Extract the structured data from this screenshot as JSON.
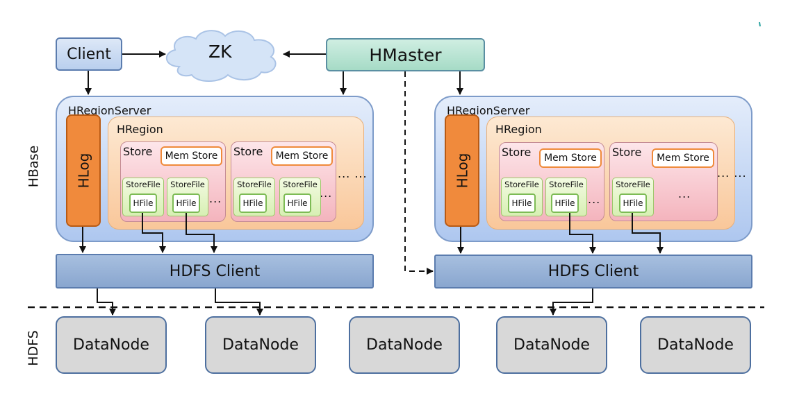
{
  "client": "Client",
  "zk": "ZK",
  "hmaster": "HMaster",
  "hbase_label": "HBase",
  "hdfs_label": "HDFS",
  "servers": [
    {
      "label": "HRegionServer",
      "hlog": "HLog",
      "region": {
        "label": "HRegion",
        "stores": [
          {
            "label": "Store",
            "memstore": "Mem Store",
            "storefiles": [
              {
                "label": "StoreFile",
                "hfile": "HFile"
              },
              {
                "label": "StoreFile",
                "hfile": "HFile"
              }
            ],
            "dots": "..."
          },
          {
            "label": "Store",
            "memstore": "Mem Store",
            "storefiles": [
              {
                "label": "StoreFile",
                "hfile": "HFile"
              },
              {
                "label": "StoreFile",
                "hfile": "HFile"
              }
            ],
            "dots": "..."
          }
        ],
        "dots": "... ..."
      },
      "hdfs_client": "HDFS Client"
    },
    {
      "label": "HRegionServer",
      "hlog": "HLog",
      "region": {
        "label": "HRegion",
        "stores": [
          {
            "label": "Store",
            "memstore": "Mem Store",
            "storefiles": [
              {
                "label": "StoreFile",
                "hfile": "HFile"
              },
              {
                "label": "StoreFile",
                "hfile": "HFile"
              }
            ],
            "dots": "..."
          },
          {
            "label": "Store",
            "memstore": "Mem Store",
            "storefiles": [
              {
                "label": "StoreFile",
                "hfile": "HFile"
              }
            ],
            "dots": "..."
          }
        ],
        "dots": "... ..."
      },
      "hdfs_client": "HDFS Client"
    }
  ],
  "datanodes": [
    "DataNode",
    "DataNode",
    "DataNode",
    "DataNode",
    "DataNode"
  ]
}
